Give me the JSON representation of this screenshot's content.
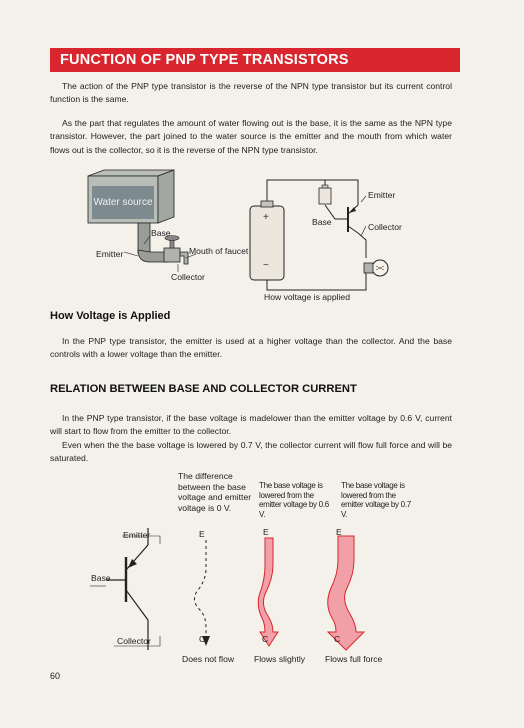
{
  "header": {
    "title": "FUNCTION OF PNP TYPE TRANSISTORS"
  },
  "intro": {
    "paragraph1": "The action of the PNP type transistor is the reverse of the NPN type transistor but its current control function is the same.",
    "paragraph2": "As the part that regulates the amount of water flowing out is the base, it is the same as the NPN type transistor. However, the part joined to the water source is the emitter and the mouth from which water flows out is the collector, so it is the reverse of the NPN type transistor."
  },
  "water_diagram": {
    "source_label": "Water source",
    "base_label": "Base",
    "emitter_label": "Emitter",
    "mouth_label": "Mouth of faucet",
    "collector_label": "Collector",
    "colors": {
      "water": "#7d8a8f",
      "tank": "#b9bdb8",
      "pipe": "#9a9c98"
    }
  },
  "circuit_diagram": {
    "emitter_label": "Emitter",
    "base_label": "Base",
    "collector_label": "Collector",
    "battery_plus": "+",
    "battery_minus": "−",
    "caption": "How voltage is applied",
    "colors": {
      "battery": "#ece7dc",
      "battery_terminal": "#c8c3b8"
    }
  },
  "voltage_section": {
    "heading": "How Voltage is Applied",
    "paragraph": "In the PNP type transistor, the emitter is used at a higher voltage than the collector. And the base controls with a lower voltage than the emitter."
  },
  "relation_section": {
    "heading": "RELATION BETWEEN BASE AND COLLECTOR CURRENT",
    "paragraph1": "In the PNP type transistor, if the base voltage is madelower than the emitter voltage by 0.6 V, current will start to flow from the emitter to the collector.",
    "paragraph2": "Even when the the base voltage is lowered by 0.7 V, the collector current will flow full force and will be saturated."
  },
  "flow_diagram": {
    "emitter_label": "Emitter",
    "base_label": "Base",
    "collector_label": "Collector",
    "col1_heading": "The difference between the base voltage and emitter voltage is 0 V.",
    "col2_heading": "The base voltage is lowered from the emitter voltage by 0.6 V.",
    "col3_heading": "The base voltage is lowered from the emitter voltage by 0.7 V.",
    "e_letter": "E",
    "c_letter": "C",
    "col1_caption": "Does not flow",
    "col2_caption": "Flows slightly",
    "col3_caption": "Flows full force",
    "colors": {
      "arrow_fill": "#f2a0a8",
      "arrow_stroke": "#d9262e"
    }
  },
  "footer": {
    "page_number": "60"
  }
}
